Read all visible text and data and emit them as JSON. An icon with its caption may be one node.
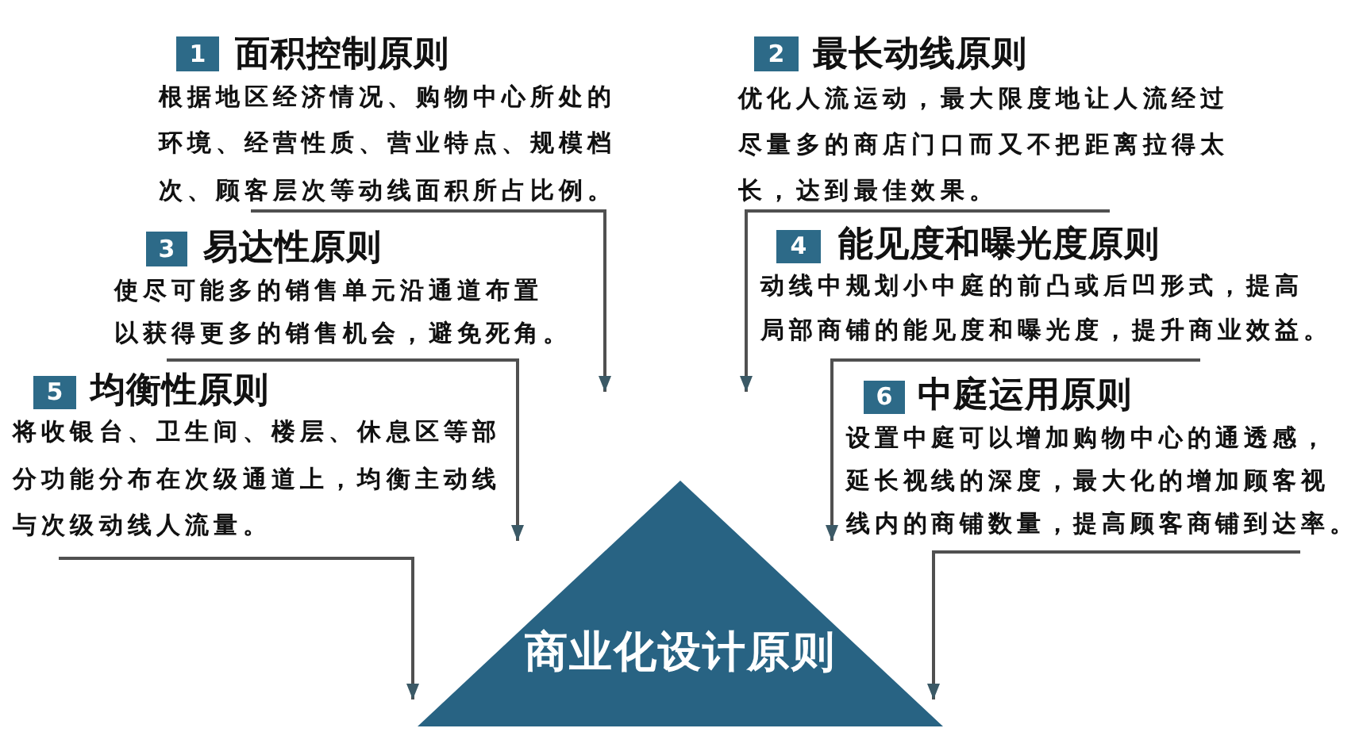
{
  "diagram": {
    "nodes": [
      {
        "text": [
          "面积控制原则",
          "根据地区经济情况、购物中心所处的环境、经营性质、营业特点、规模档次、顾客层次等动线面积所占比例。"
        ]
      },
      {
        "text": [
          "1"
        ],
        "in": 0
      },
      {
        "text": [
          "最长动线原则",
          "优化人流运动，最大限度地让人流经过尽量多的商店门口而又不把距离拉得太长，达到最佳效果。"
        ]
      },
      {
        "text": [
          "2"
        ],
        "in": 2
      },
      {
        "text": [
          "易达性原则",
          "使尽可能多的销售单元沿通道布置以获得更多的销售机会，避免死角。"
        ]
      },
      {
        "text": [
          "3"
        ],
        "in": 4
      },
      {
        "text": [
          "能见度和曝光度原则",
          "动线中规划小中庭的前凸或后凹形式，提高局部商铺的能见度和曝光度，提升商业效益。"
        ]
      },
      {
        "text": [
          "4"
        ],
        "in": 6
      },
      {
        "text": [
          "均衡性原则",
          "将收银台、卫生间、楼层、休息区等部分功能分布在次级通道上，均衡主动线与次级动线人流量。"
        ]
      },
      {
        "text": [
          "5"
        ],
        "in": 8
      },
      {
        "text": [
          "中庭运用原则",
          "设置中庭可以增加购物中心的通透感，延长视线的深度，最大化的增加顾客视线内的商铺数量，提高顾客商铺到达率。"
        ]
      },
      {
        "text": [
          "6"
        ],
        "in": 10
      },
      {
        "text": [
          "商业化设计原则"
        ]
      }
    ],
    "edges": [
      {
        "from": 0,
        "to": 4,
        "arrow": "to"
      },
      {
        "from": 2,
        "to": 6,
        "arrow": "to"
      },
      {
        "from": 4,
        "to": 8,
        "arrow": "to"
      },
      {
        "from": 6,
        "to": 10,
        "arrow": "to"
      },
      {
        "from": 8,
        "to": 12,
        "arrow": "to"
      },
      {
        "from": 10,
        "to": 12,
        "arrow": "to"
      }
    ]
  }
}
